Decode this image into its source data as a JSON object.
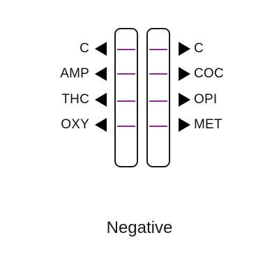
{
  "panel": {
    "left_labels": [
      "C",
      "AMP",
      "THC",
      "OXY"
    ],
    "right_labels": [
      "C",
      "COC",
      "OPI",
      "MET"
    ],
    "result": "Negative"
  },
  "colors": {
    "band": "#8a2d8f",
    "outline": "#1a1a1a",
    "arrow": "#000000"
  },
  "icons": {
    "left_marker": "triangle-left-icon",
    "right_marker": "triangle-right-icon"
  }
}
